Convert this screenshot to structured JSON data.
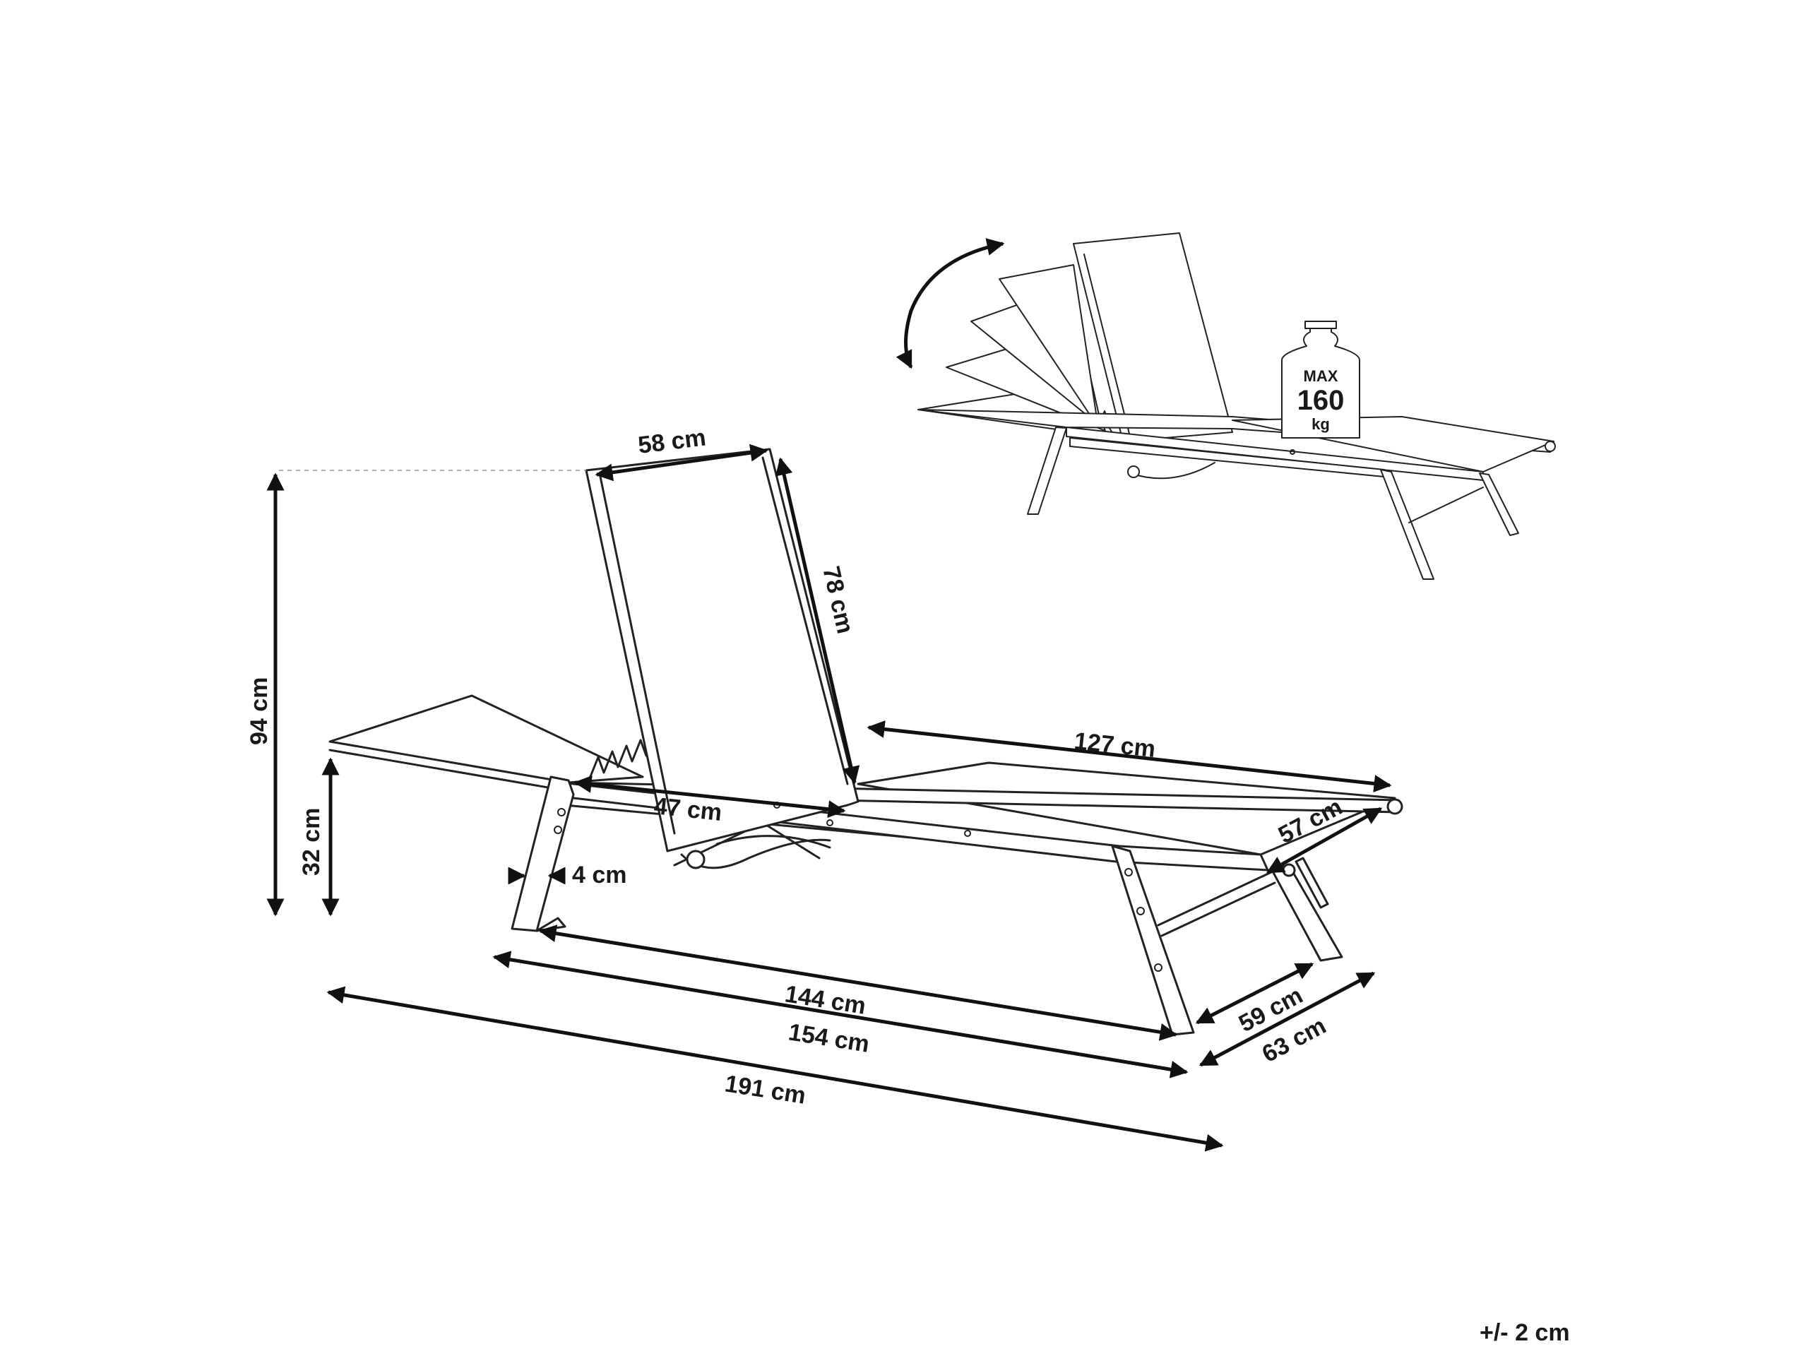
{
  "diagram": {
    "dimensions": {
      "backrest_width": "58 cm",
      "backrest_length": "78 cm",
      "total_height": "94 cm",
      "seat_height": "32 cm",
      "seat_length": "127 cm",
      "leg_length": "47 cm",
      "seat_width": "57 cm",
      "leg_thickness": "4 cm",
      "inner_length": "144 cm",
      "frame_length": "154 cm",
      "total_length": "191 cm",
      "inner_width": "59 cm",
      "total_width": "63 cm"
    },
    "load_badge": {
      "line1": "MAX",
      "line2": "160",
      "line3": "kg"
    },
    "tolerance": "+/- 2 cm"
  },
  "icons": {
    "rotation": "curved-double-arrow-icon",
    "weight": "weight-icon"
  }
}
